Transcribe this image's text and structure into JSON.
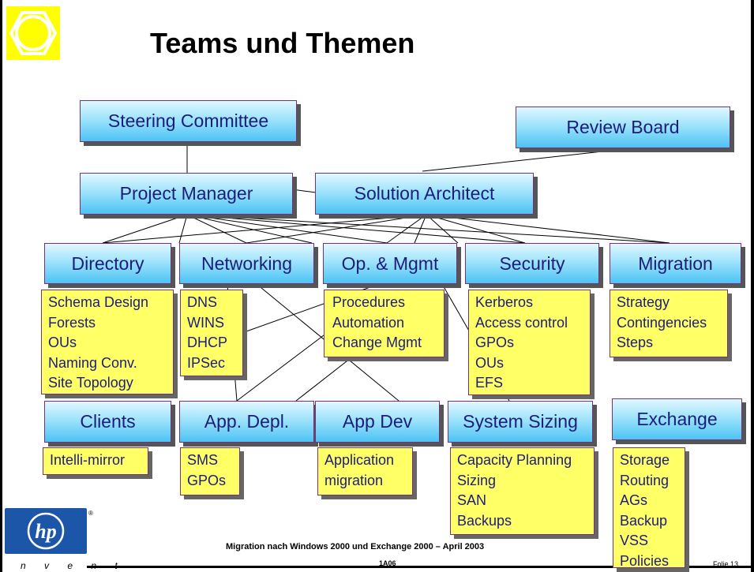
{
  "title": "Teams und Themen",
  "top": {
    "steering": "Steering Committee",
    "review": "Review Board",
    "pm": "Project Manager",
    "architect": "Solution Architect"
  },
  "teams": [
    {
      "label": "Directory",
      "items": [
        "Schema Design",
        "Forests",
        "OUs",
        "Naming Conv.",
        "Site Topology"
      ]
    },
    {
      "label": "Networking",
      "items": [
        "DNS",
        "WINS",
        "DHCP",
        "IPSec"
      ]
    },
    {
      "label": "Op. & Mgmt",
      "items": [
        "Procedures",
        "Automation",
        "Change Mgmt"
      ]
    },
    {
      "label": "Security",
      "items": [
        "Kerberos",
        "Access control",
        "GPOs",
        "OUs",
        "EFS"
      ]
    },
    {
      "label": "Migration",
      "items": [
        "Strategy",
        "Contingencies",
        "Steps"
      ]
    }
  ],
  "bottom_teams": [
    {
      "label": "Clients",
      "items": [
        "Intelli-mirror"
      ]
    },
    {
      "label": "App. Depl.",
      "items": [
        "SMS",
        "GPOs"
      ]
    },
    {
      "label": "App Dev",
      "items": [
        "Application",
        "migration"
      ]
    },
    {
      "label": "System Sizing",
      "items": [
        "Capacity Planning",
        "Sizing",
        "SAN",
        "Backups"
      ]
    },
    {
      "label": "Exchange",
      "items": [
        "Storage",
        "Routing",
        "AGs",
        "Backup",
        "VSS",
        "Policies"
      ]
    }
  ],
  "footer": {
    "line1": "Migration nach Windows 2000 und Exchange 2000 – April 2003",
    "line2": "1A06",
    "folie": "Folie 13"
  },
  "logo": {
    "tagline": "i n v e n t",
    "reg": "®"
  },
  "colors": {
    "box_fill": "#9ee3fb",
    "box_text": "#1c1c7c",
    "note_fill": "#ffff66",
    "corner": "#ffff00",
    "logo": "#1b56a8"
  }
}
